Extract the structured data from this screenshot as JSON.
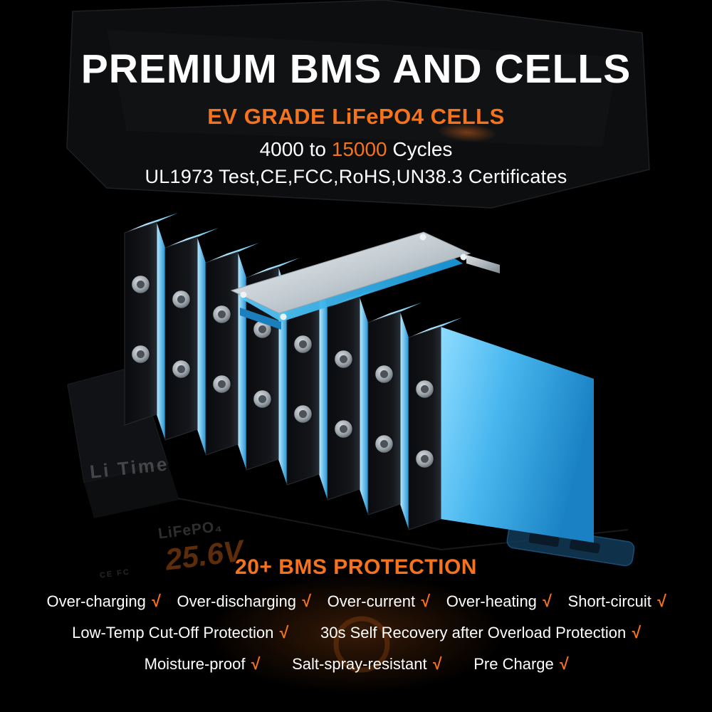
{
  "colors": {
    "background": "#000000",
    "accent_orange": "#f5731d",
    "text_white": "#ffffff",
    "cell_blue": "#3ab6f4"
  },
  "header": {
    "title": "PREMIUM BMS AND CELLS",
    "subtitle": "EV GRADE LiFePO4 CELLS",
    "cycles": {
      "prefix": "4000 to ",
      "highlight": "15000",
      "suffix": " Cycles"
    },
    "certificates": "UL1973 Test,CE,FCC,RoHS,UN38.3 Certificates"
  },
  "render": {
    "watermarks": {
      "brand": "Li Time",
      "chemistry": "LiFePO₄",
      "voltage": "25.6V",
      "marks": "CE FC"
    }
  },
  "protection": {
    "title": "20+ BMS PROTECTION",
    "check": "√",
    "rows": [
      [
        "Over-charging",
        "Over-discharging",
        "Over-current",
        "Over-heating",
        "Short-circuit"
      ],
      [
        "Low-Temp Cut-Off Protection",
        "30s Self Recovery after Overload Protection"
      ],
      [
        "Moisture-proof",
        "Salt-spray-resistant",
        "Pre Charge"
      ]
    ]
  }
}
